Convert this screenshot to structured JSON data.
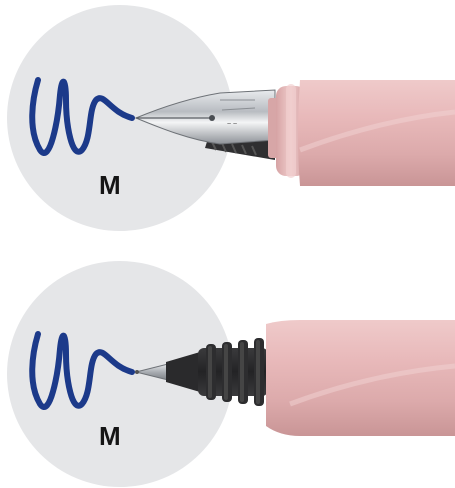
{
  "panels": [
    {
      "nib_type": "fountain-pen-nib",
      "size_label": "M"
    },
    {
      "nib_type": "rollerball-tip",
      "size_label": "M"
    }
  ],
  "colors": {
    "background": "#ffffff",
    "circle": "#e5e6e8",
    "ink": "#1c3a8a",
    "barrel": "#e7b9ba",
    "barrel_shadow": "#cf9c9d",
    "grip_dark": "#2f2f31",
    "metal": "#c9ccd0"
  }
}
